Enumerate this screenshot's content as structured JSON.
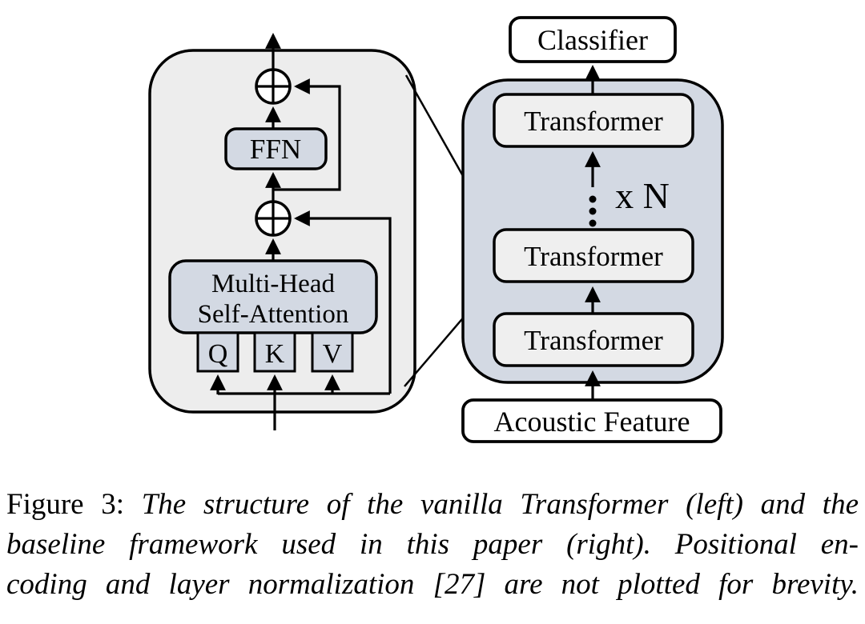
{
  "figure": {
    "left_panel": {
      "ffn_label": "FFN",
      "mhsa_line1": "Multi-Head",
      "mhsa_line2": "Self-Attention",
      "q_label": "Q",
      "k_label": "K",
      "v_label": "V"
    },
    "right_panel": {
      "classifier_label": "Classifier",
      "transformers": [
        "Transformer",
        "Transformer",
        "Transformer"
      ],
      "repeat_label": "x N",
      "acoustic_label": "Acoustic Feature"
    },
    "colors": {
      "left_panel_fill": "#ededed",
      "blue_fill": "#d3d9e3",
      "transformer_box_fill": "#efefef",
      "white_box_fill": "#ffffff",
      "line_color": "#000000"
    }
  },
  "caption": {
    "prefix": "Figure 3:",
    "line1": "The structure of the vanilla Transformer (left) and the",
    "line2": "baseline framework used in this paper (right).  Positional en-",
    "line3": "coding and layer normalization [27] are not plotted for brevity."
  }
}
